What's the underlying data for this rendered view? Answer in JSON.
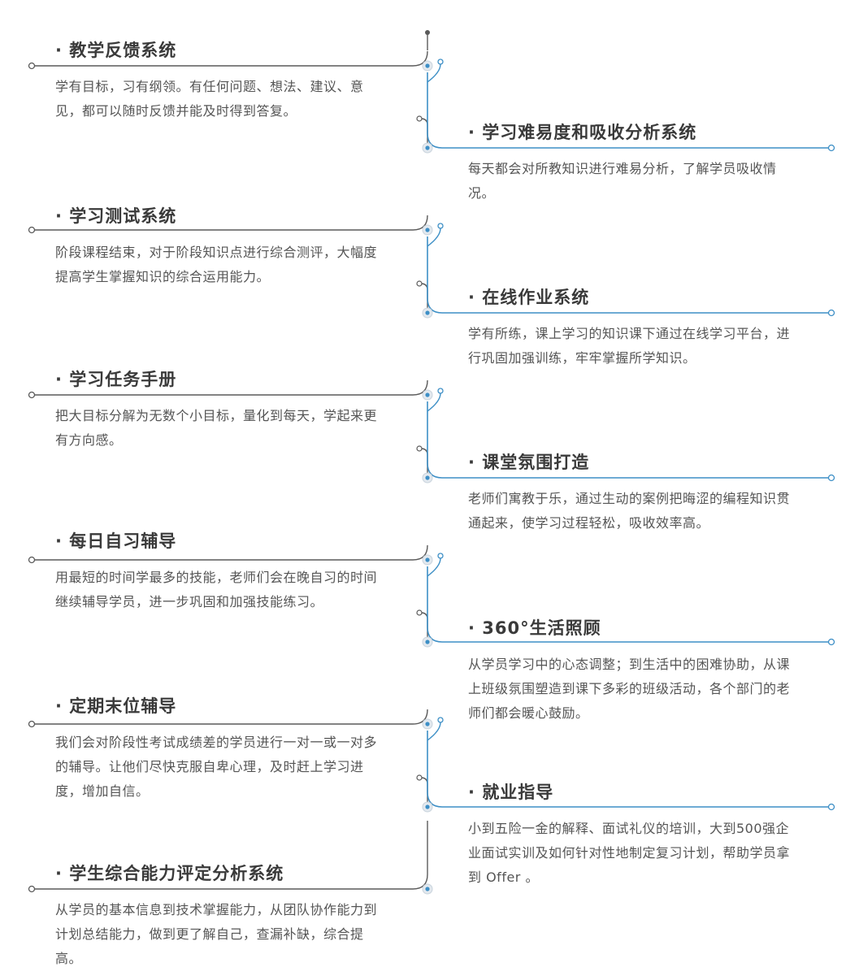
{
  "colors": {
    "gray_line": "#5a5a5a",
    "blue_line": "#3d8fc6",
    "title": "#3a3a3a",
    "text": "#555555"
  },
  "left_items": [
    {
      "title": "· 教学反馈系统",
      "desc": "学有目标，习有纲领。有任何问题、想法、建议、意见，都可以随时反馈并能及时得到答复。"
    },
    {
      "title": "· 学习测试系统",
      "desc": "阶段课程结束，对于阶段知识点进行综合测评，大幅度提高学生掌握知识的综合运用能力。"
    },
    {
      "title": "· 学习任务手册",
      "desc": "把大目标分解为无数个小目标，量化到每天，学起来更有方向感。"
    },
    {
      "title": "· 每日自习辅导",
      "desc": "用最短的时间学最多的技能，老师们会在晚自习的时间继续辅导学员，进一步巩固和加强技能练习。"
    },
    {
      "title": "· 定期末位辅导",
      "desc": "我们会对阶段性考试成绩差的学员进行一对一或一对多的辅导。让他们尽快克服自卑心理，及时赶上学习进度，增加自信。"
    },
    {
      "title": "· 学生综合能力评定分析系统",
      "desc": "从学员的基本信息到技术掌握能力，从团队协作能力到计划总结能力，做到更了解自己，查漏补缺，综合提高。"
    }
  ],
  "right_items": [
    {
      "title": "· 学习难易度和吸收分析系统",
      "desc": "每天都会对所教知识进行难易分析，了解学员吸收情况。"
    },
    {
      "title": "· 在线作业系统",
      "desc": "学有所练，课上学习的知识课下通过在线学习平台，进行巩固加强训练，牢牢掌握所学知识。"
    },
    {
      "title": "· 课堂氛围打造",
      "desc": "老师们寓教于乐，通过生动的案例把晦涩的编程知识贯通起来，使学习过程轻松，吸收效率高。"
    },
    {
      "title": "· 360°生活照顾",
      "desc": "从学员学习中的心态调整；到生活中的困难协助，从课上班级氛围塑造到课下多彩的班级活动，各个部门的老师们都会暖心鼓励。"
    },
    {
      "title": "· 就业指导",
      "desc": "小到五险一金的解释、面试礼仪的培训，大到500强企业面试实训及如何针对性地制定复习计划，帮助学员拿到 Offer 。"
    }
  ]
}
